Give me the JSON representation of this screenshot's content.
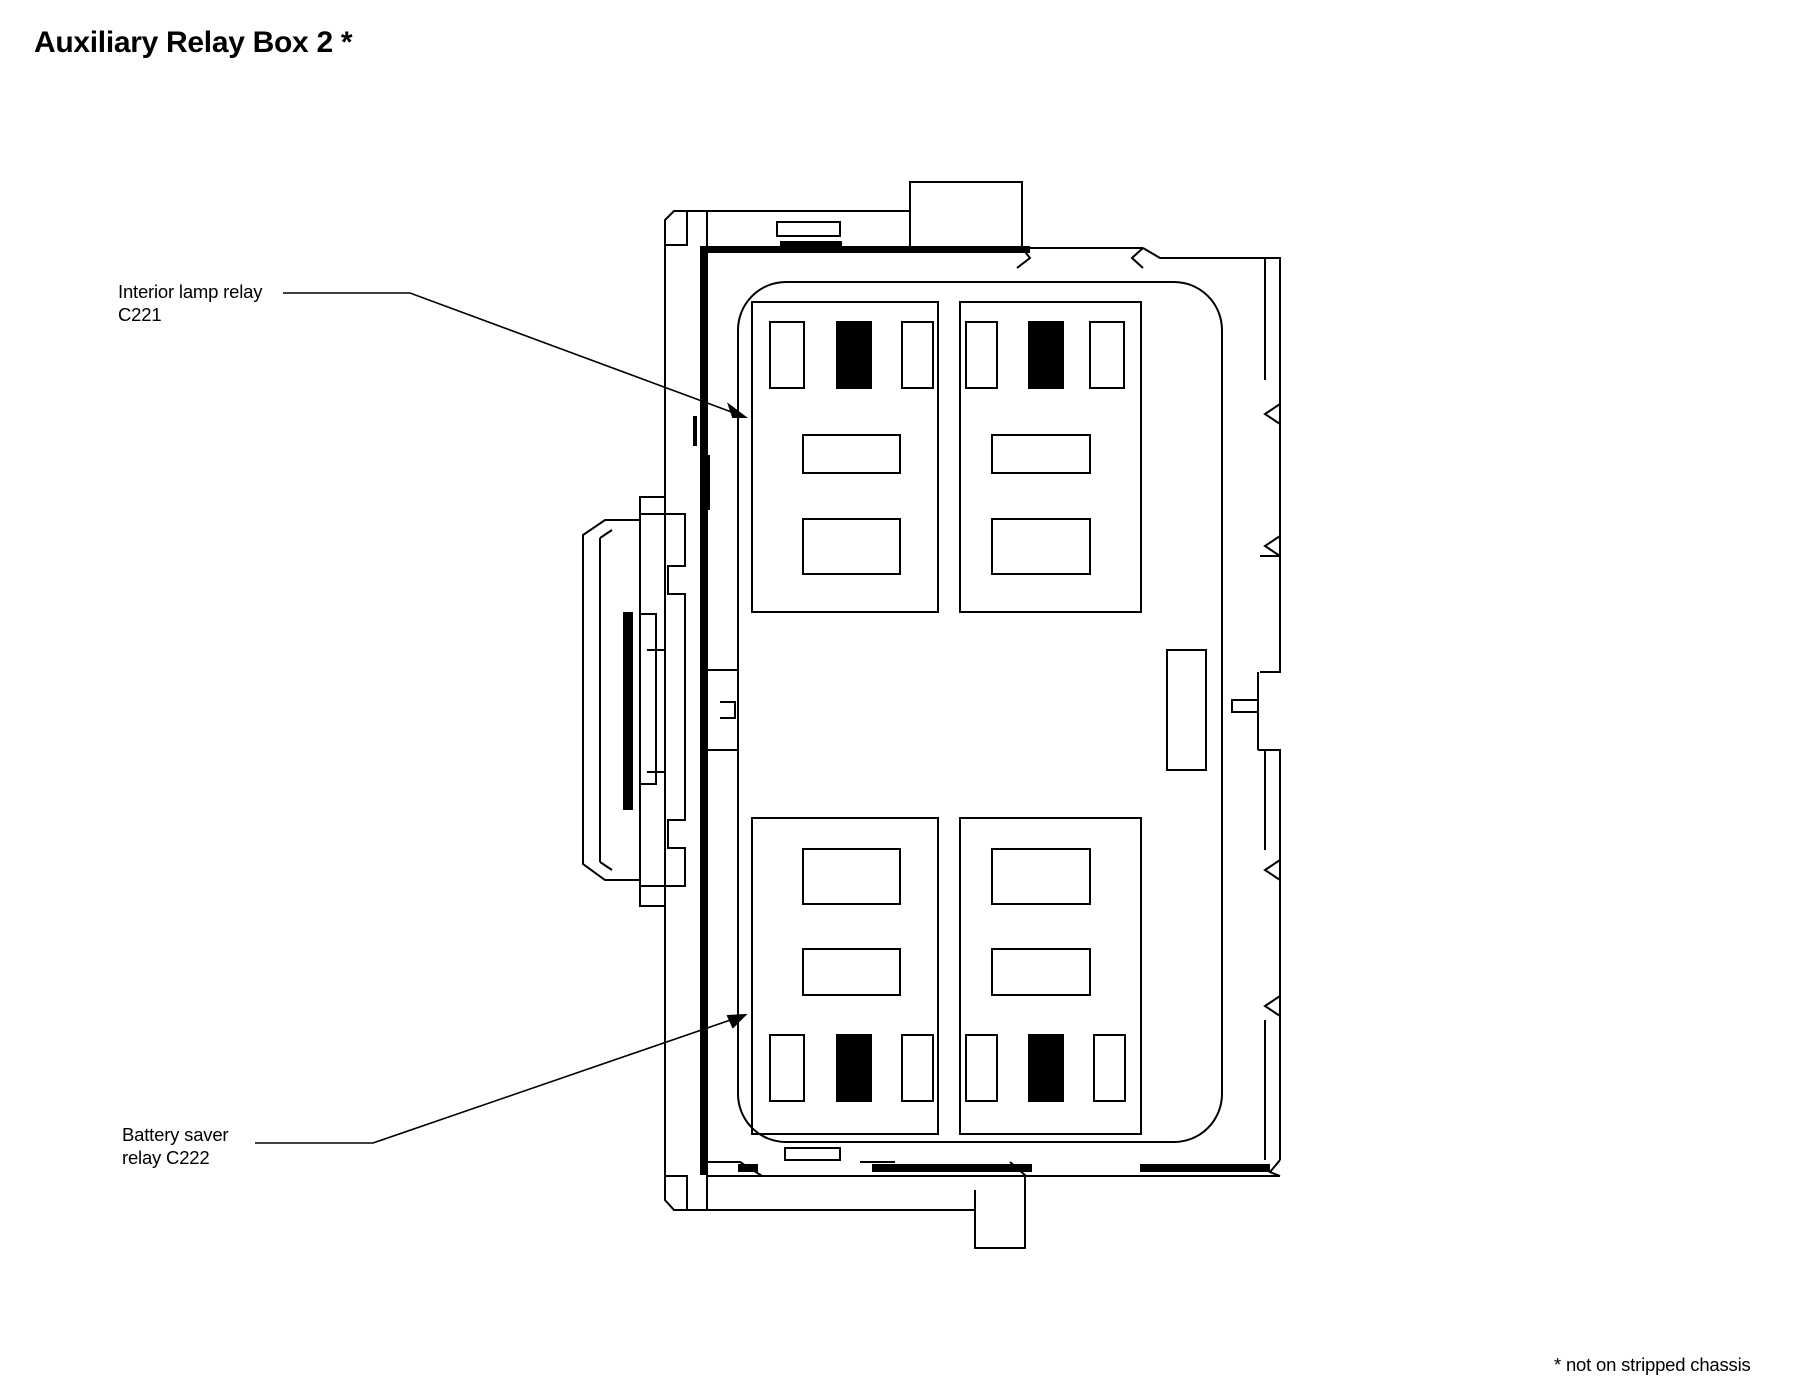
{
  "title": "Auxiliary Relay Box 2 *",
  "callouts": {
    "interior_lamp": {
      "line1": "Interior lamp relay",
      "line2": "C221"
    },
    "battery_saver": {
      "line1": "Battery saver",
      "line2": "relay C222"
    }
  },
  "footnote": "* not on stripped chassis",
  "colors": {
    "ink": "#000000",
    "paper": "#ffffff"
  }
}
